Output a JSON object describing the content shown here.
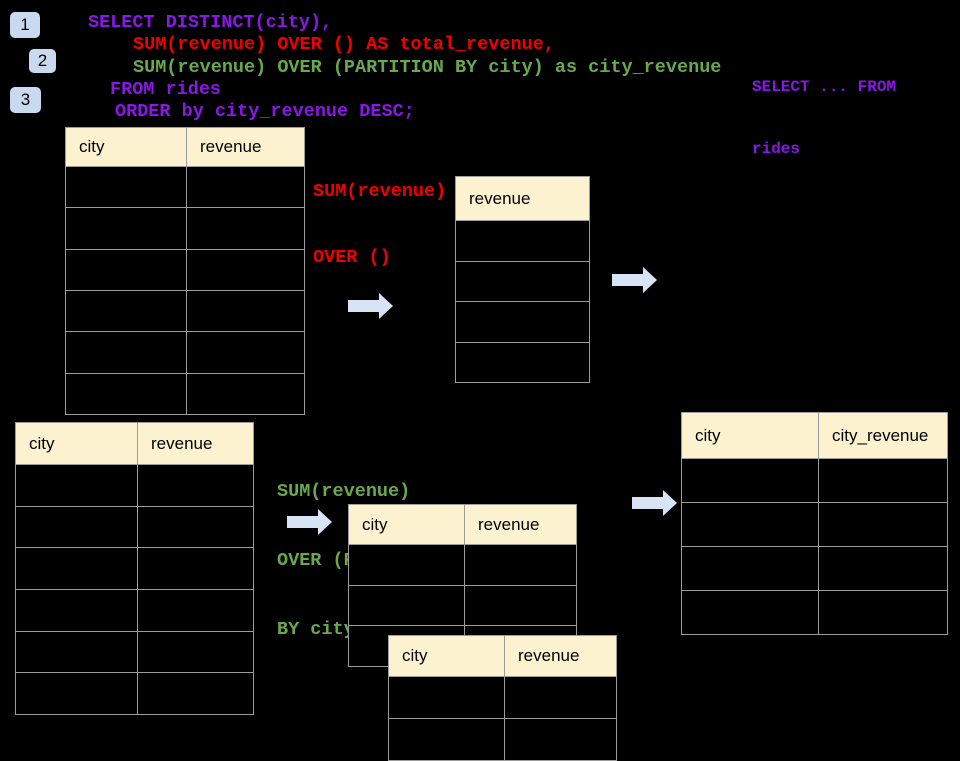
{
  "colors": {
    "background": "#000000",
    "purple": "#8B16E8",
    "red": "#F20000",
    "green": "#6AA84F",
    "cream": "#FCF2CF",
    "border": "#9C9C9C",
    "badge": "#C9DAF0",
    "arrow": "#D6E4F5"
  },
  "badges": [
    {
      "label": "1"
    },
    {
      "label": "2"
    },
    {
      "label": "3"
    }
  ],
  "sql_code": {
    "lines": [
      {
        "text": "SELECT DISTINCT(city),",
        "color": "purple"
      },
      {
        "text": "SUM(revenue) OVER () AS total_revenue,",
        "color": "red"
      },
      {
        "text": "SUM(revenue) OVER (PARTITION BY city) as city_revenue",
        "color": "green"
      },
      {
        "text": "FROM rides",
        "color": "purple"
      },
      {
        "text": "ORDER by city_revenue DESC;",
        "color": "purple"
      }
    ]
  },
  "side_code": {
    "color": "purple",
    "lines": [
      "SELECT ... FROM",
      "rides"
    ]
  },
  "annotations": {
    "total_revenue": {
      "color": "red",
      "lines": [
        "SUM(revenue)",
        "OVER ()"
      ]
    },
    "partition": {
      "color": "green",
      "lines": [
        "SUM(revenue)",
        "OVER (PARTITION",
        "BY city)"
      ]
    }
  },
  "tables": {
    "source_top": {
      "columns": [
        "city",
        "revenue"
      ],
      "body_rows": 6
    },
    "total_result": {
      "columns": [
        "revenue"
      ],
      "body_rows": 4
    },
    "source_bottom": {
      "columns": [
        "city",
        "revenue"
      ],
      "body_rows": 6
    },
    "partition_step": {
      "columns": [
        "city",
        "revenue"
      ],
      "body_rows": 3
    },
    "partition_step_overlay": {
      "columns": [
        "city",
        "revenue"
      ],
      "body_rows": 2
    },
    "final_result": {
      "columns": [
        "city",
        "city_revenue"
      ],
      "body_rows": 4
    }
  },
  "icons": {
    "arrows": [
      "right-arrow",
      "right-arrow",
      "right-arrow",
      "right-arrow"
    ]
  }
}
